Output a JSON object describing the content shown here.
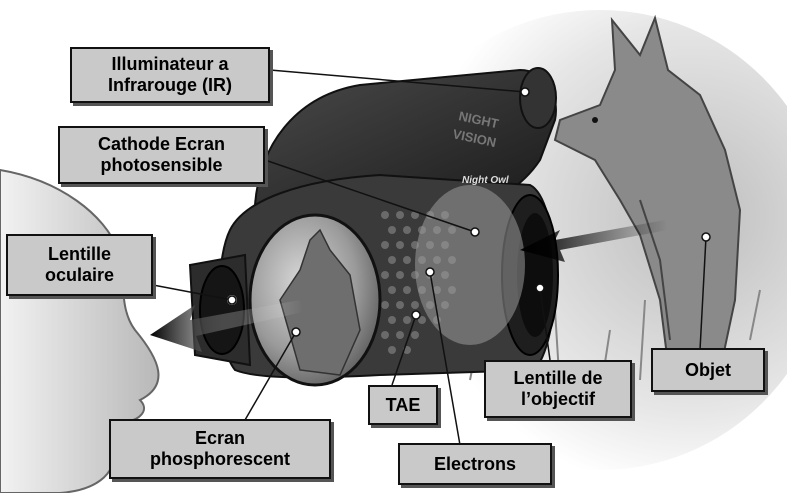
{
  "labels": {
    "illuminateur": {
      "line1": "Illuminateur a",
      "line2": "Infrarouge (IR)"
    },
    "cathode": {
      "line1": "Cathode Ecran",
      "line2": "photosensible"
    },
    "lentille_oculaire": {
      "line1": "Lentille",
      "line2": "oculaire"
    },
    "objet": {
      "line1": "Objet"
    },
    "lentille_objectif": {
      "line1": "Lentille de",
      "line2": "l’objectif"
    },
    "tae": {
      "line1": "TAE"
    },
    "ecran_phosphorescent": {
      "line1": "Ecran",
      "line2": "phosphorescent"
    },
    "electrons": {
      "line1": "Electrons"
    }
  },
  "device_markings": {
    "brand_line1": "NIGHT",
    "brand_line2": "VISION",
    "logo": "Night Owl"
  },
  "colors": {
    "callout_fill": "#c9c9c9",
    "callout_border": "#111111",
    "device_body": "#2a2a2a"
  }
}
